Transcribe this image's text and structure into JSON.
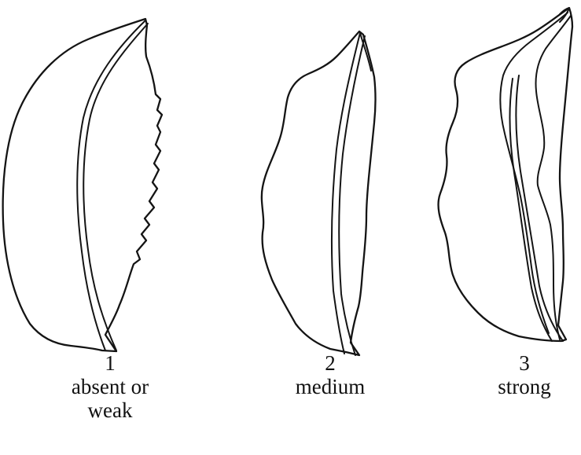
{
  "variants": [
    {
      "number": "1",
      "description": "absent or\nweak"
    },
    {
      "number": "2",
      "description": "medium"
    },
    {
      "number": "3",
      "description": "strong"
    }
  ],
  "style": {
    "line_color": "#141414",
    "background": "#ffffff"
  }
}
